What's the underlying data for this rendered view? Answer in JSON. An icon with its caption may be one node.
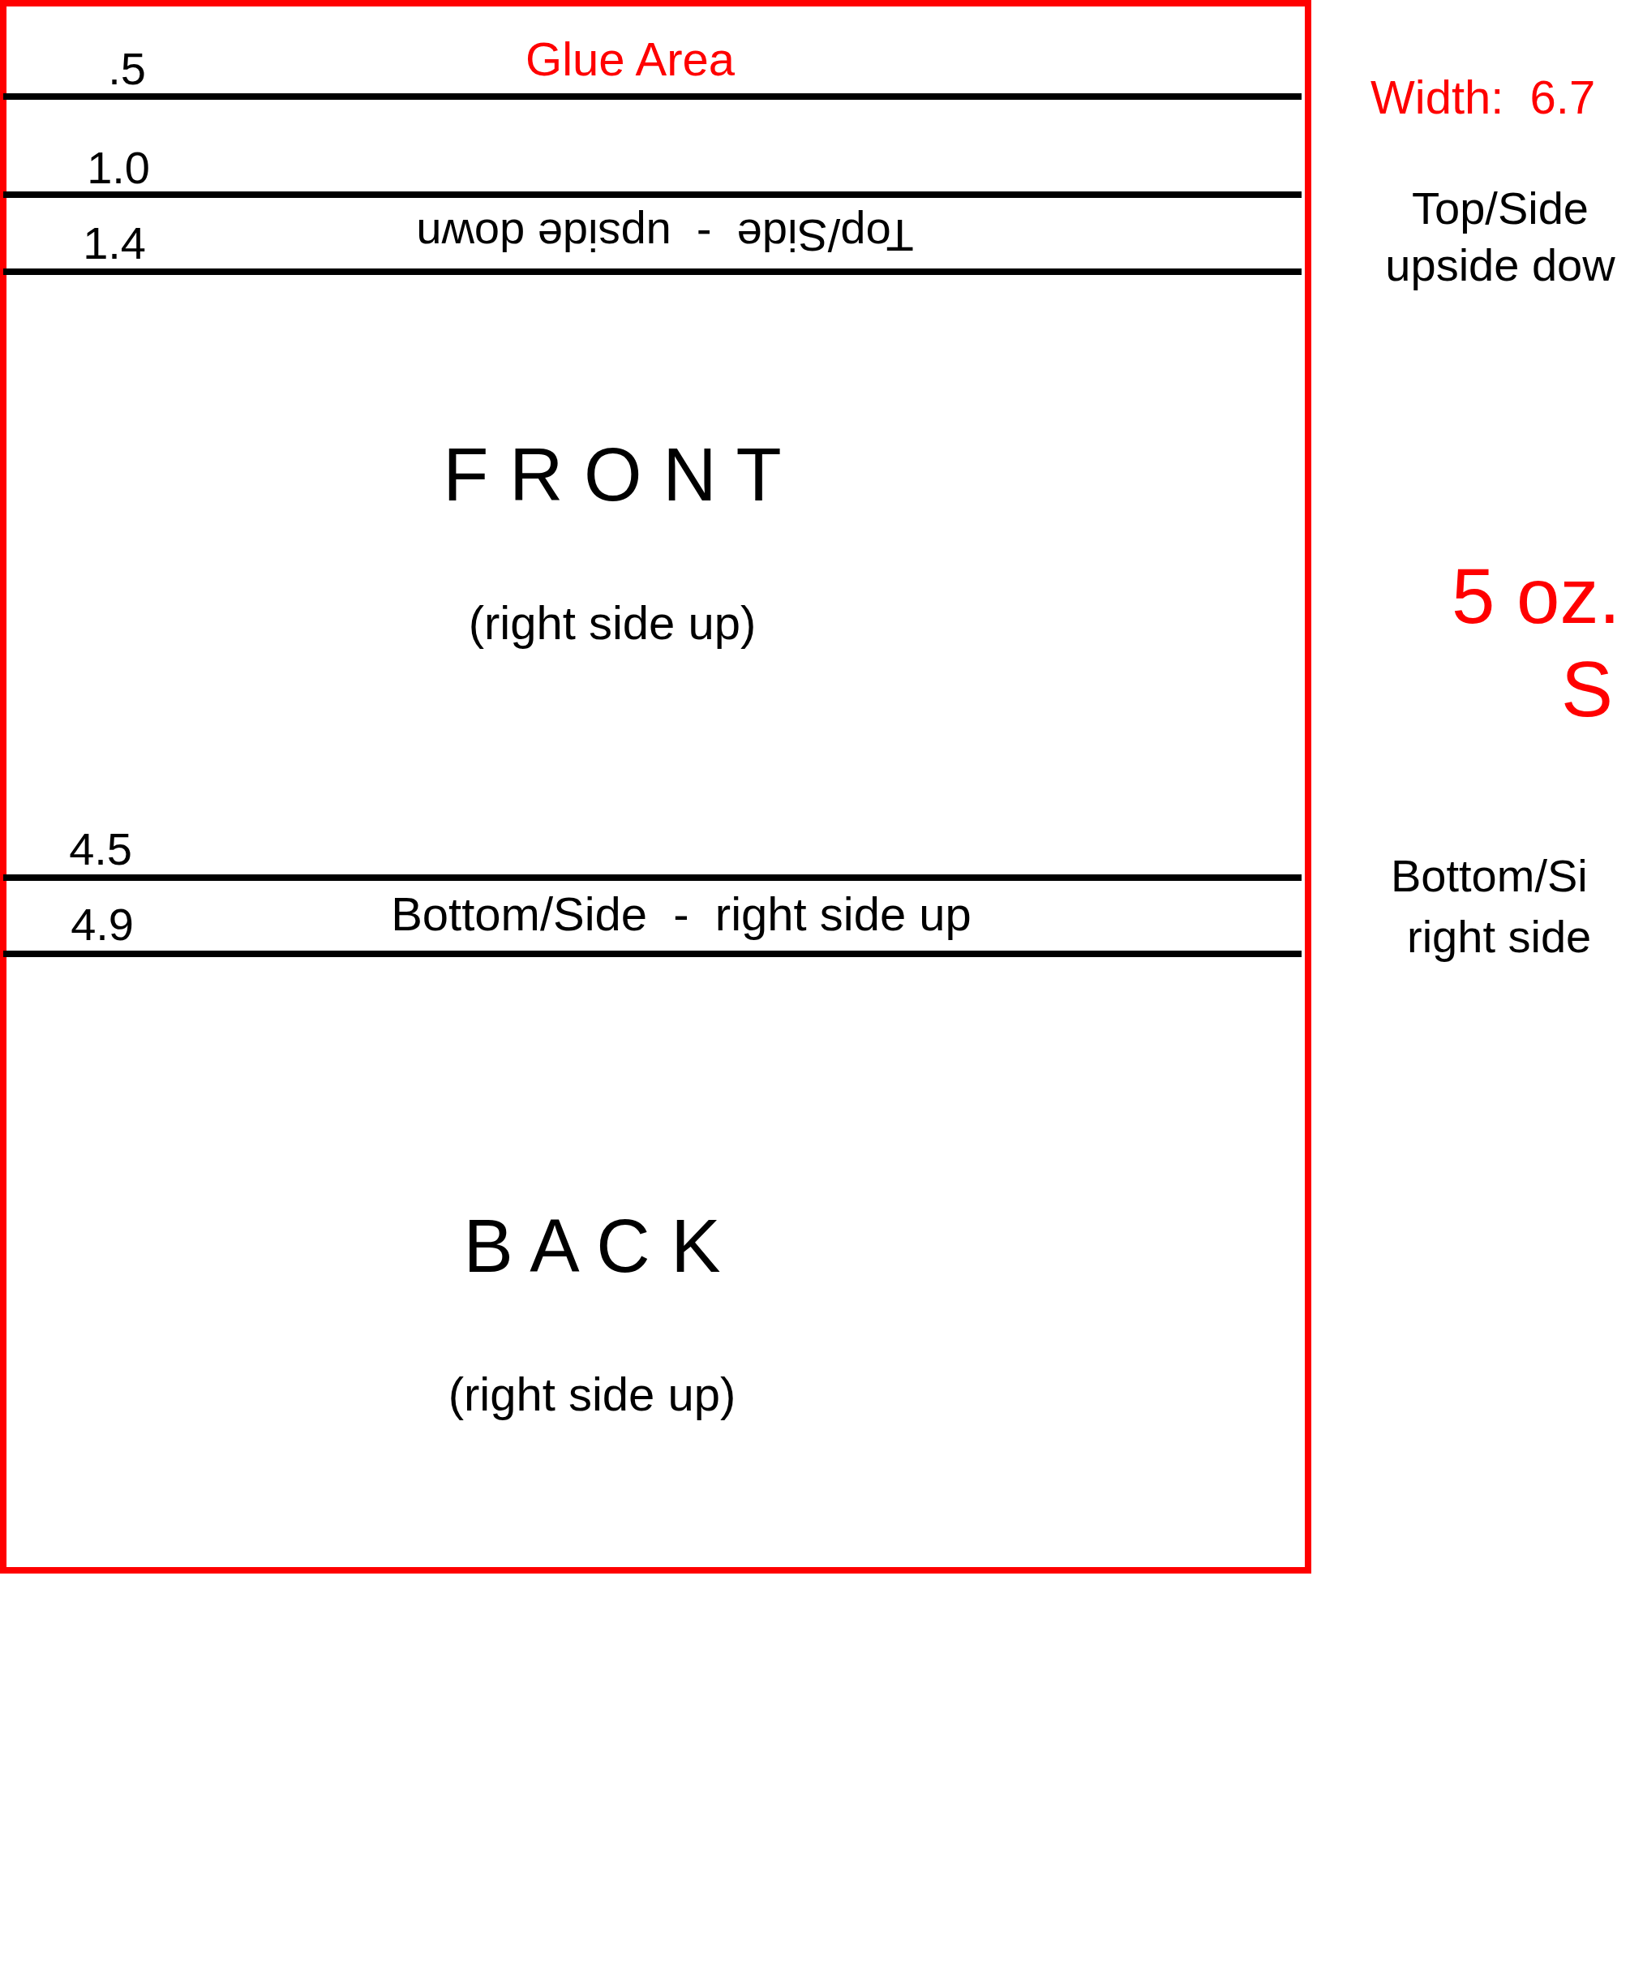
{
  "diagram": {
    "nodes": [
      {
        "text": [
          "Glue Area"
        ]
      },
      {
        "text": [
          "Top/Side  -  upside down"
        ]
      },
      {
        "text": [
          "F R O N T",
          "(right side up)"
        ]
      },
      {
        "text": [
          "Bottom/Side  -  right side up"
        ]
      },
      {
        "text": [
          "B A C K",
          "(right side up)"
        ]
      }
    ],
    "labels": [
      ".5",
      "1.0",
      "1.4",
      "4.5",
      "4.9",
      "Width:  6.7",
      "Top/Side upside dow",
      "5 oz.",
      "S",
      "Bottom/Si",
      "right side"
    ]
  }
}
